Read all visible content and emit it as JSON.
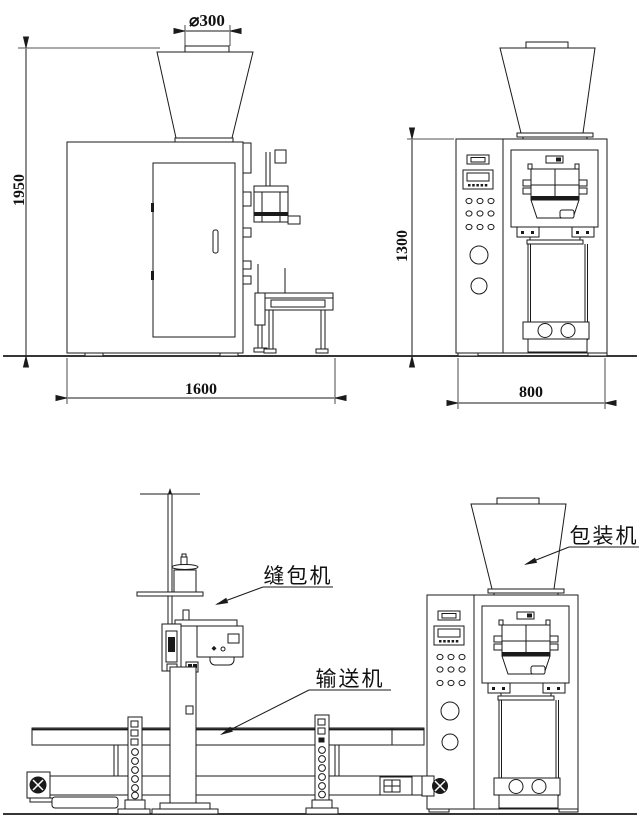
{
  "drawing": {
    "background": "#ffffff",
    "line_color": "#1a1a1a",
    "views": {
      "side_view": {
        "title": "packaging-machine-side-view",
        "dimensions": {
          "hopper_inlet_diameter": "⌀300",
          "overall_height": "1950",
          "overall_width": "1600"
        }
      },
      "front_view": {
        "title": "packaging-machine-front-view",
        "dimensions": {
          "body_height": "1300",
          "body_width": "800"
        }
      },
      "layout_view": {
        "title": "bagging-line-layout",
        "labels": {
          "sewing_machine": "缝包机",
          "conveyor": "输送机",
          "packaging_machine": "包装机"
        }
      }
    }
  }
}
